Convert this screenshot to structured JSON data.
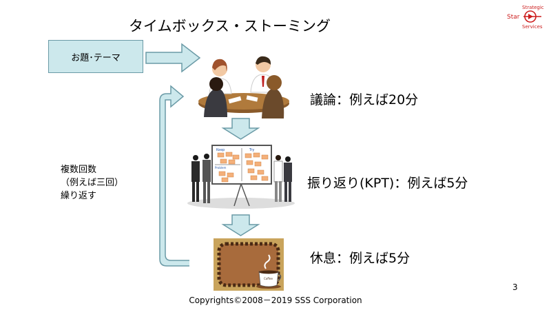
{
  "title": "タイムボックス・ストーミング",
  "topic_box": {
    "label": "お題･テーマ"
  },
  "steps": [
    {
      "label": "議論：例えば20分"
    },
    {
      "label": "振り返り(KPT)：例えば5分"
    },
    {
      "label": "休息：例えば5分"
    }
  ],
  "repeat_note": "複数回数\n（例えば三回）\n繰り返す",
  "page_number": "3",
  "copyright": "Copyrights©2008－2019 SSS Corporation",
  "logo": {
    "line1": "Strategic",
    "line2": "Star",
    "line3": "Services"
  },
  "board": {
    "heading_keep": "Keep",
    "heading_try": "Try",
    "heading_problem": "Problem"
  },
  "coffee": {
    "cup_label": "Coffee"
  },
  "colors": {
    "arrow_fill": "#cce8ec",
    "arrow_stroke": "#6a9aa6",
    "logo_red": "#cc1c1c",
    "coffee_frame": "#c9a45c"
  }
}
